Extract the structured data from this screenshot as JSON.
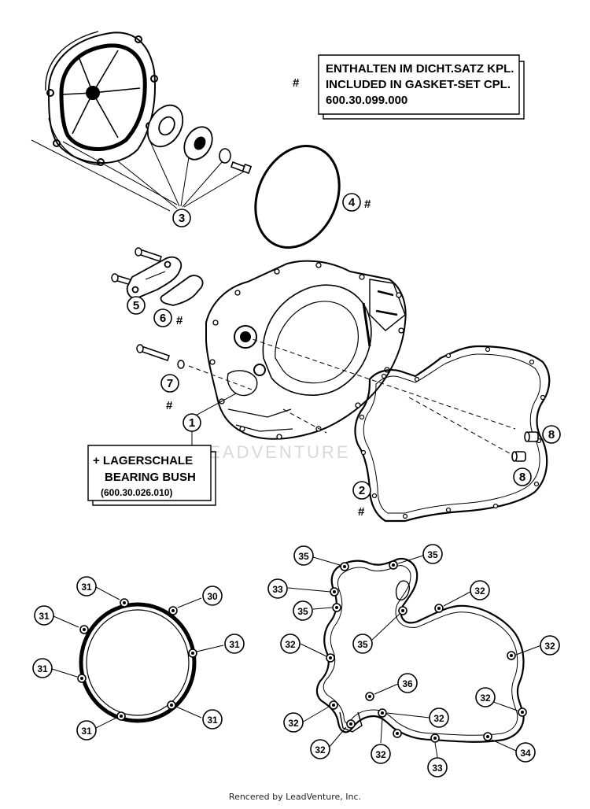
{
  "gasket_note": {
    "mark": "#",
    "line1": "ENTHALTEN IM DICHT.SATZ KPL.",
    "line2": "INCLUDED IN GASKET-SET CPL.",
    "line3": "600.30.099.000"
  },
  "bush_note": {
    "line1": "+ LAGERSCHALE",
    "line2": "BEARING BUSH",
    "line3": "(600.30.026.010)"
  },
  "upper_labels": {
    "p1": "1",
    "p2": "2",
    "p3": "3",
    "p4": "4",
    "p5": "5",
    "p6": "6",
    "p7": "7",
    "p8a": "8",
    "p8b": "8",
    "hash": "#"
  },
  "left_gasket_labels": {
    "a": "31",
    "b": "30",
    "c": "31",
    "d": "31",
    "e": "31",
    "f": "31",
    "g": "31"
  },
  "right_gasket_labels": {
    "a": "35",
    "b": "35",
    "c": "33",
    "d": "32",
    "e": "35",
    "f": "35",
    "g": "32",
    "h": "32",
    "i": "36",
    "j": "32",
    "k": "32",
    "l": "32",
    "m": "32",
    "n": "33",
    "o": "34"
  },
  "watermark": "LEADVENTURE",
  "footer": "Rencered by LeadVenture, Inc."
}
